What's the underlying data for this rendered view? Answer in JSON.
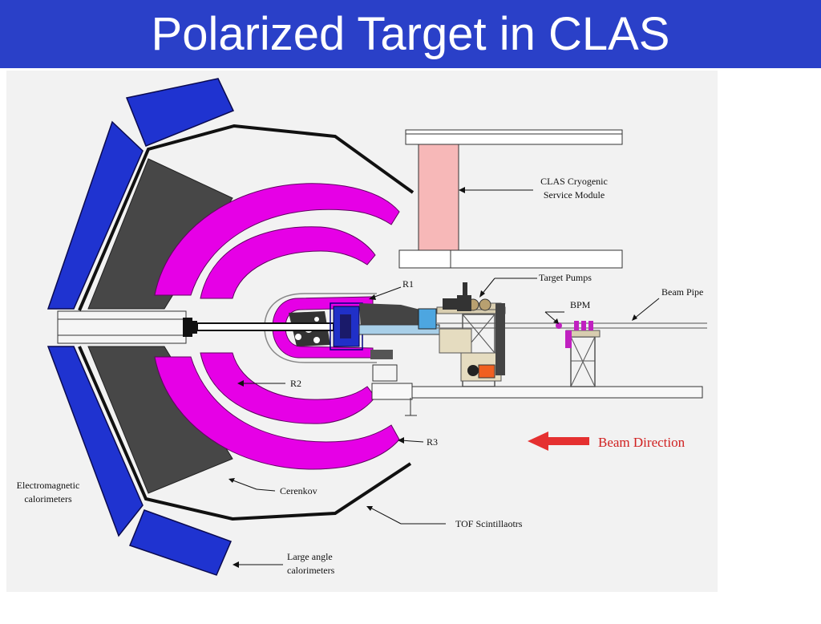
{
  "slide": {
    "title": "Polarized Target in CLAS"
  },
  "colors": {
    "title_bar": "#2a40c8",
    "calorimeter": "#1f33d0",
    "cerenkov": "#474747",
    "drift_chamber": "#e600e6",
    "service_module": "#f7b8b8",
    "beam_arrow": "#e53030",
    "beam_text": "#d02020"
  },
  "labels": {
    "service_module": [
      "CLAS Cryogenic",
      "Service Module"
    ],
    "r1": "R1",
    "r2": "R2",
    "r3": "R3",
    "target_pumps": "Target Pumps",
    "beam_pipe": "Beam Pipe",
    "bpm": "BPM",
    "beam_direction": "Beam Direction",
    "em_calorimeters": [
      "Electromagnetic",
      "calorimeters"
    ],
    "cerenkov": "Cerenkov",
    "tof": "TOF Scintillaotrs",
    "large_angle": [
      "Large angle",
      "calorimeters"
    ]
  }
}
